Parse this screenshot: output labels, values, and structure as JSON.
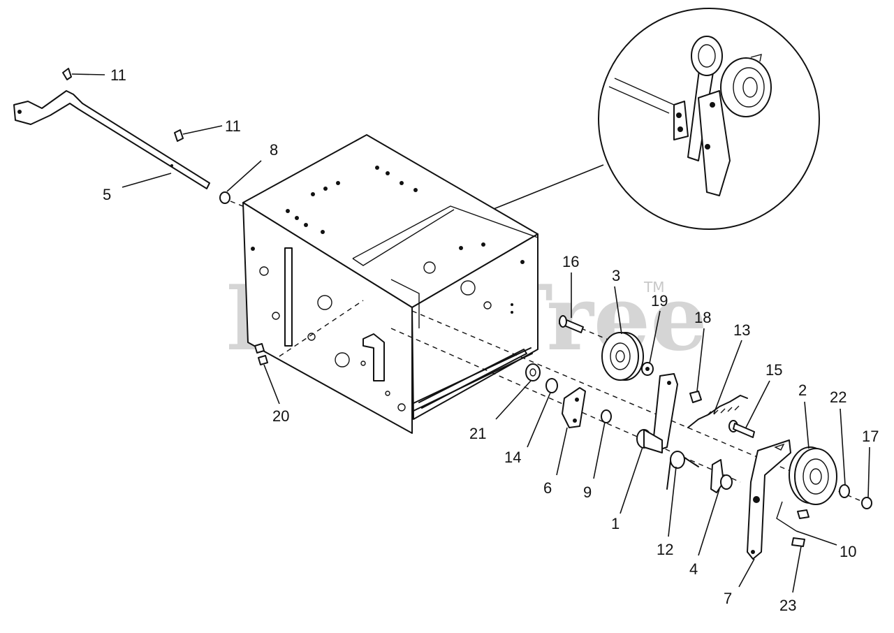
{
  "watermark": {
    "text": "PartsTree",
    "mark": "TM"
  },
  "callouts": [
    {
      "id": "c11a",
      "text": "11"
    },
    {
      "id": "c11b",
      "text": "11"
    },
    {
      "id": "c8",
      "text": "8"
    },
    {
      "id": "c5",
      "text": "5"
    },
    {
      "id": "c16",
      "text": "16"
    },
    {
      "id": "c3",
      "text": "3"
    },
    {
      "id": "c19",
      "text": "19"
    },
    {
      "id": "c18",
      "text": "18"
    },
    {
      "id": "c13",
      "text": "13"
    },
    {
      "id": "c15",
      "text": "15"
    },
    {
      "id": "c2",
      "text": "2"
    },
    {
      "id": "c22",
      "text": "22"
    },
    {
      "id": "c17",
      "text": "17"
    },
    {
      "id": "c20",
      "text": "20"
    },
    {
      "id": "c21",
      "text": "21"
    },
    {
      "id": "c14",
      "text": "14"
    },
    {
      "id": "c6",
      "text": "6"
    },
    {
      "id": "c9",
      "text": "9"
    },
    {
      "id": "c1",
      "text": "1"
    },
    {
      "id": "c12",
      "text": "12"
    },
    {
      "id": "c4",
      "text": "4"
    },
    {
      "id": "c7",
      "text": "7"
    },
    {
      "id": "c10",
      "text": "10"
    },
    {
      "id": "c23",
      "text": "23"
    }
  ]
}
